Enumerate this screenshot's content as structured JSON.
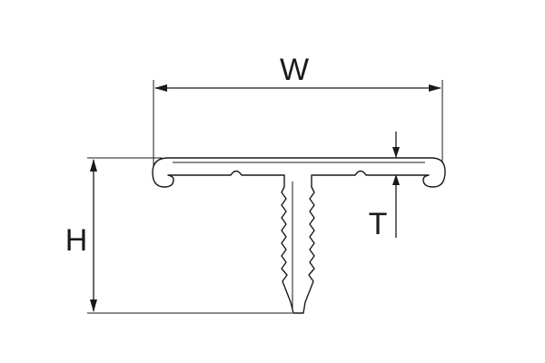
{
  "figure": {
    "type": "T-profile technical drawing",
    "line_color": "#1a1a1a",
    "background": "#ffffff"
  },
  "dimensions": {
    "width_label": "W",
    "height_label": "H",
    "thickness_label": "T"
  }
}
